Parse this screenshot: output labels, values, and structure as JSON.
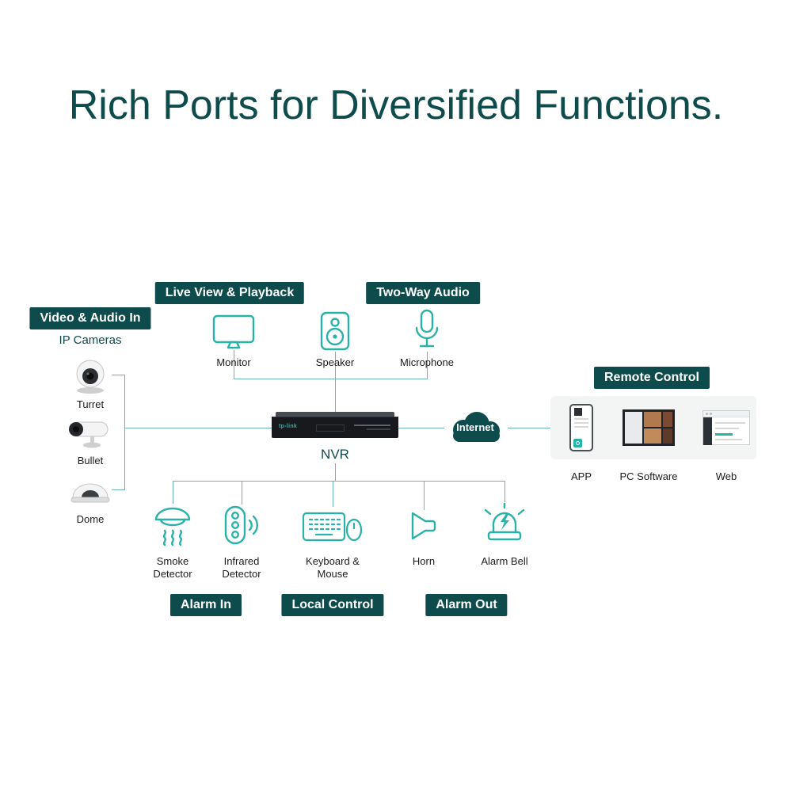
{
  "title": "Rich Ports for Diversified Functions.",
  "colors": {
    "dark_teal": "#0e4b4c",
    "icon_teal": "#29b2a8",
    "line_teal": "#6db5b0",
    "panel_gray": "#f3f4f4"
  },
  "badges": {
    "video_audio_in": "Video & Audio In",
    "live_view_playback": "Live View & Playback",
    "two_way_audio": "Two-Way Audio",
    "remote_control": "Remote Control",
    "alarm_in": "Alarm In",
    "local_control": "Local Control",
    "alarm_out": "Alarm Out"
  },
  "left": {
    "group_label": "IP Cameras",
    "cameras": [
      "Turret",
      "Bullet",
      "Dome"
    ]
  },
  "top": {
    "monitor": "Monitor",
    "speaker": "Speaker",
    "microphone": "Microphone"
  },
  "center": {
    "nvr": "NVR",
    "nvr_logo": "tp-link",
    "internet": "Internet"
  },
  "remote": {
    "app": "APP",
    "pc_software": "PC Software",
    "web": "Web"
  },
  "bottom": {
    "smoke": "Smoke\nDetector",
    "infrared": "Infrared\nDetector",
    "keyboard": "Keyboard &\nMouse",
    "horn": "Horn",
    "alarm_bell": "Alarm Bell"
  }
}
